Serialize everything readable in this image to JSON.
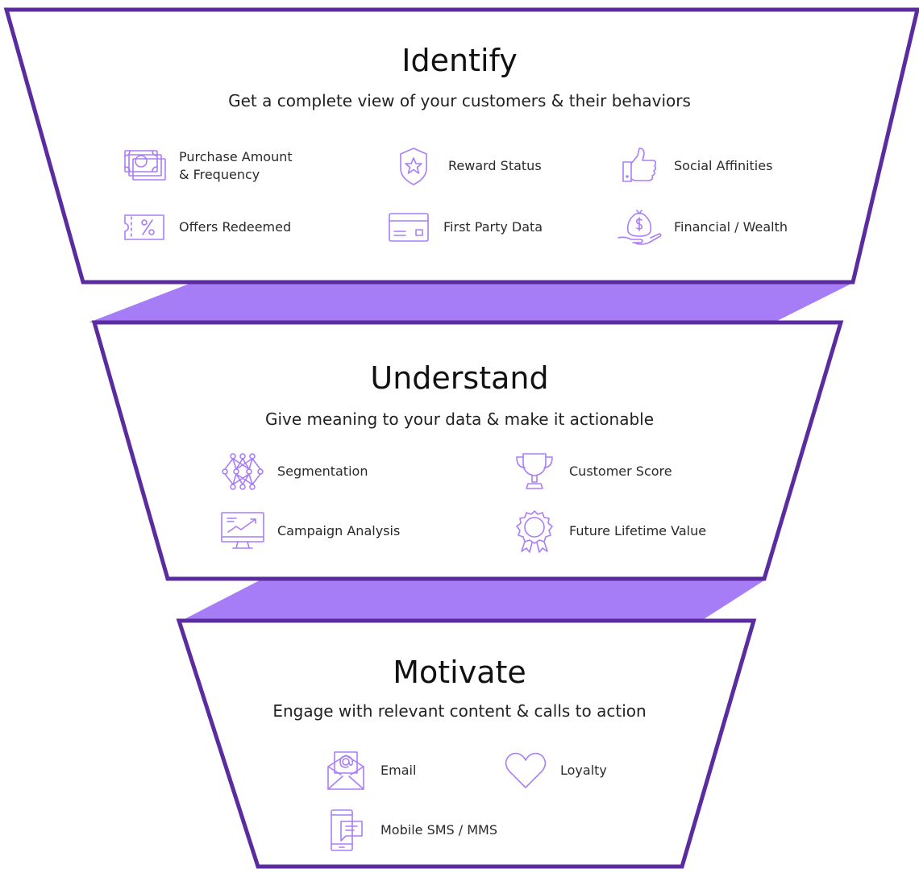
{
  "colors": {
    "outline": "#5b2ca0",
    "connector": "#a77cf7",
    "icon": "#a97ef7"
  },
  "stages": [
    {
      "title": "Identify",
      "subtitle": "Get a complete view of your customers & their behaviors",
      "items": [
        {
          "icon": "cash-stack-icon",
          "label": "Purchase Amount\n& Frequency"
        },
        {
          "icon": "shield-star-icon",
          "label": "Reward Status"
        },
        {
          "icon": "thumbs-up-icon",
          "label": "Social Affinities"
        },
        {
          "icon": "coupon-percent-icon",
          "label": "Offers Redeemed"
        },
        {
          "icon": "card-icon",
          "label": "First Party Data"
        },
        {
          "icon": "money-bag-hand-icon",
          "label": "Financial / Wealth"
        }
      ]
    },
    {
      "title": "Understand",
      "subtitle": "Give meaning to your data & make it actionable",
      "items": [
        {
          "icon": "network-icon",
          "label": "Segmentation"
        },
        {
          "icon": "trophy-icon",
          "label": "Customer Score"
        },
        {
          "icon": "monitor-chart-icon",
          "label": "Campaign Analysis"
        },
        {
          "icon": "award-badge-icon",
          "label": "Future Lifetime Value"
        }
      ]
    },
    {
      "title": "Motivate",
      "subtitle": "Engage with relevant content & calls to action",
      "items": [
        {
          "icon": "email-icon",
          "label": "Email"
        },
        {
          "icon": "heart-icon",
          "label": "Loyalty"
        },
        {
          "icon": "mobile-message-icon",
          "label": "Mobile SMS / MMS"
        }
      ]
    }
  ]
}
